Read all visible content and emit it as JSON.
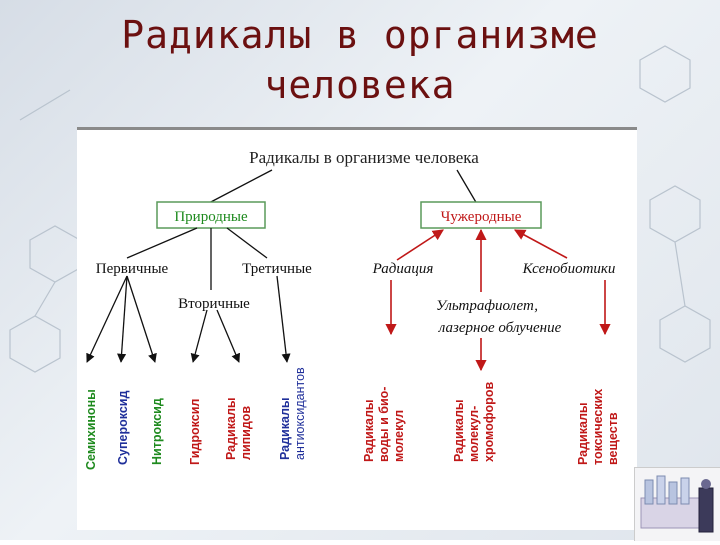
{
  "slide": {
    "title_line1": "Радикалы в организме",
    "title_line2": "человека"
  },
  "diagram": {
    "root": "Радикалы в организме человека",
    "natural": "Природные",
    "foreign": "Чужеродные",
    "primary": "Первичные",
    "tertiary": "Третичные",
    "secondary": "Вторичные",
    "radiation": "Радиация",
    "xenobiotics": "Ксенобиотики",
    "uv_line1": "Ультрафиолет,",
    "uv_line2": "лазерное облучение",
    "leaves": {
      "semiquinones": "Семихиноны",
      "superoxide": "Супероксид",
      "nitroxide": "Нитроксид",
      "hydroxyl": "Гидроксил",
      "lipid_radicals_1": "Радикалы",
      "lipid_radicals_2": "липидов",
      "antiox_1": "Радикалы",
      "antiox_2": "антиоксидантов",
      "water_1": "Радикалы",
      "water_2": "воды и био-",
      "water_3": "молекул",
      "chromo_1": "Радикалы",
      "chromo_2": "молекул-",
      "chromo_3": "хромофоров",
      "toxic_1": "Радикалы",
      "toxic_2": "токсических",
      "toxic_3": "веществ"
    }
  },
  "colors": {
    "title": "#6b1010",
    "green": "#1e8a1e",
    "blue": "#1f2f9a",
    "red": "#c01818",
    "box_border": "#5a9a5a"
  }
}
